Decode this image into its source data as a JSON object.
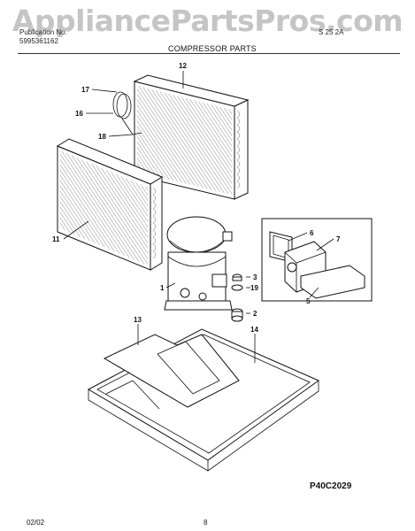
{
  "watermark": "AppliancePartsPros.com",
  "header": {
    "publication_label": "Publication No.",
    "publication_number": "5995361162",
    "model_partial": "S 25 2A",
    "section_title": "COMPRESSOR PARTS"
  },
  "diagram": {
    "drawing_code": "P40C2029",
    "callouts": [
      "17",
      "16",
      "18",
      "12",
      "11",
      "1",
      "6",
      "7",
      "5",
      "3",
      "19",
      "2",
      "13",
      "14"
    ]
  },
  "footer": {
    "date": "02/02",
    "page_number": "8"
  }
}
